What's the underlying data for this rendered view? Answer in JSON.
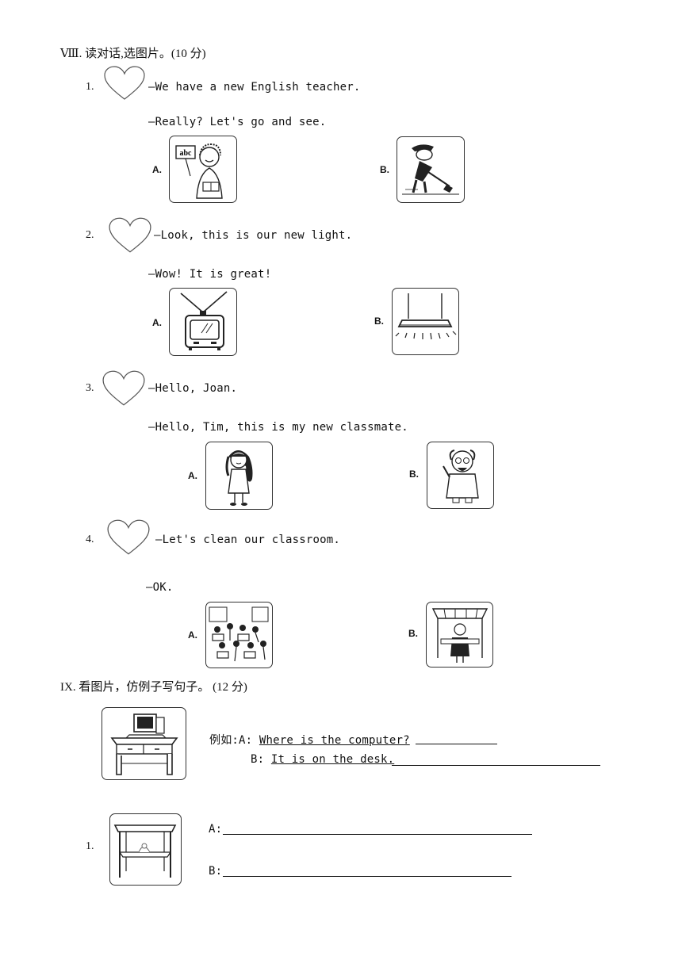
{
  "section8": {
    "title": "Ⅷ. 读对话,选图片。(10 分)",
    "questions": [
      {
        "num": "1.",
        "line1": "—We have a new English teacher.",
        "line2": "—Really? Let's go and see.",
        "optA": "A.",
        "optB": "B.",
        "imgA_text": "abc"
      },
      {
        "num": "2.",
        "line1": "—Look, this is our new light.",
        "line2": "—Wow! It is great!",
        "optA": "A.",
        "optB": "B."
      },
      {
        "num": "3.",
        "line1": "—Hello, Joan.",
        "line2": "—Hello, Tim, this is my new classmate.",
        "optA": "A.",
        "optB": "B."
      },
      {
        "num": "4.",
        "line1": "—Let's clean our classroom.",
        "line2": "—OK.",
        "optA": "A.",
        "optB": "B."
      }
    ]
  },
  "section9": {
    "title": "IX.  看图片，仿例子写句子。 (12 分)",
    "example": {
      "a_prefix": "例如:A: ",
      "a_answer": "Where is the computer?",
      "b_prefix": "B: ",
      "b_answer": "It is on the desk."
    },
    "items": [
      {
        "num": "1.",
        "a_label": "A:",
        "b_label": "B:"
      }
    ]
  }
}
